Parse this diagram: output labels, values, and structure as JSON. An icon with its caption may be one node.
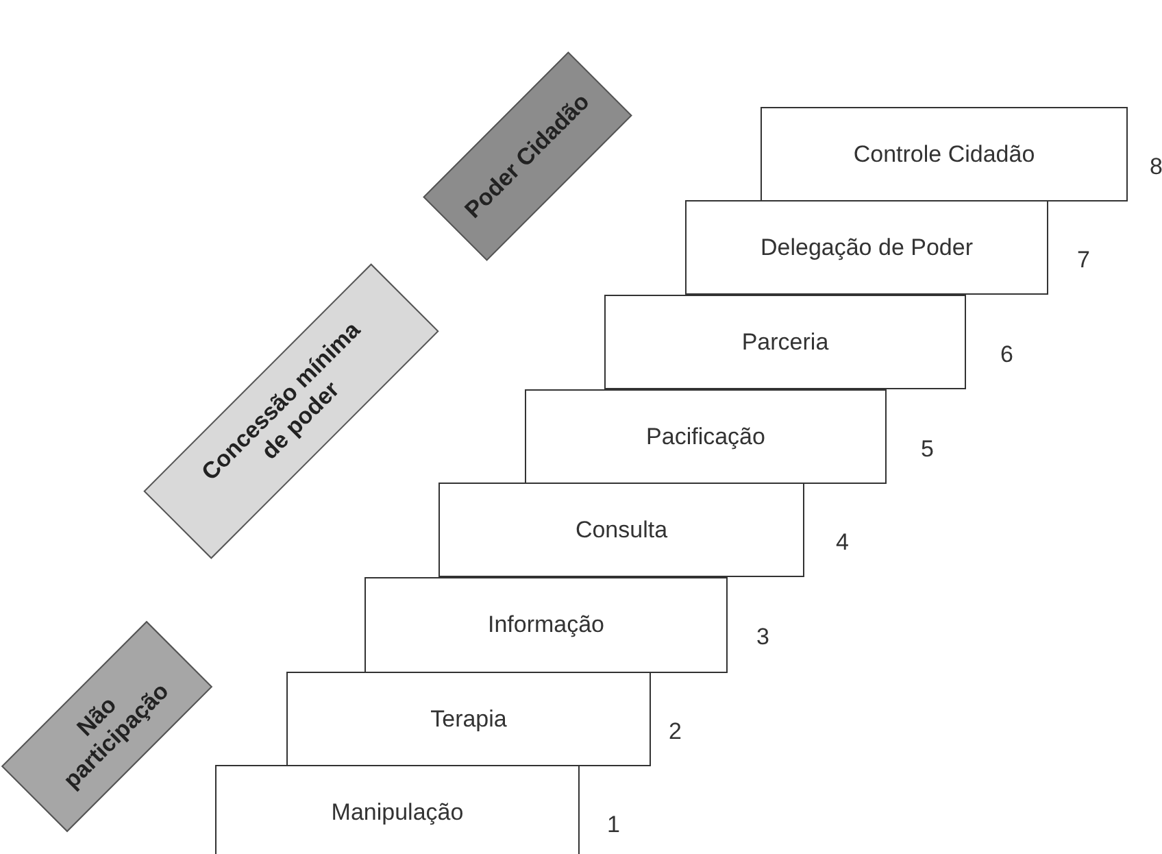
{
  "diagram": {
    "nodes": [
      {
        "text": [
          "Poder Cidadão"
        ]
      },
      {
        "text": [
          "Concessão mínima de poder"
        ]
      },
      {
        "text": [
          "Não participação"
        ]
      },
      {
        "text": [
          "Controle Cidadão"
        ],
        "beside": [
          "8"
        ]
      },
      {
        "text": [
          "Delegação de Poder"
        ],
        "beside": [
          "7"
        ]
      },
      {
        "text": [
          "Parceria"
        ],
        "beside": [
          "6"
        ]
      },
      {
        "text": [
          "Pacificação"
        ],
        "beside": [
          "5"
        ]
      },
      {
        "text": [
          "Consulta"
        ],
        "beside": [
          "4"
        ]
      },
      {
        "text": [
          "Informação"
        ],
        "beside": [
          "3"
        ]
      },
      {
        "text": [
          "Terapia"
        ],
        "beside": [
          "2"
        ]
      },
      {
        "text": [
          "Manipulação"
        ],
        "beside": [
          "1"
        ]
      }
    ],
    "edges": []
  }
}
